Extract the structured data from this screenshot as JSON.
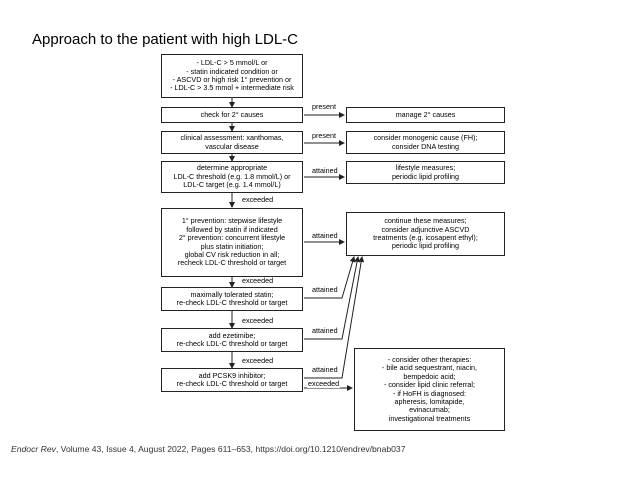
{
  "title": "Approach  to the patient with high  LDL-C",
  "citation": {
    "journal": "Endocr Rev",
    "details": ", Volume 43, Issue 4, August 2022, Pages 611–653,  https://doi.org/10.1210/endrev/bnab037"
  },
  "boxes": {
    "criteria": "- LDL-C > 5 mmol/L or\n- statin indicated condition or\n- ASCVD or high risk 1° prevention or\n- LDL-C > 3.5 mmol + intermediate risk",
    "check_causes": "check for 2° causes",
    "manage_causes": "manage 2° causes",
    "clinical_assessment": "clinical assessment: xanthomas,\nvascular disease",
    "monogenic": "consider monogenic cause (FH);\nconsider DNA testing",
    "threshold": "determine appropriate\nLDL-C threshold (e.g. 1.8 mmol/L) or\nLDL-C target (e.g. 1.4 mmol/L)",
    "lifestyle": "lifestyle measures;\nperiodic lipid profiling",
    "prevention": "1° prevention: stepwise lifestyle\nfollowed by statin if indicated\n2° prevention: concurrent lifestyle\nplus statin initiation;\nglobal CV risk reduction in all;\nrecheck LDL-C threshold or target",
    "continue": "continue these measures;\nconsider adjunctive ASCVD\ntreatments (e.g. icosapent ethyl);\nperiodic lipid profiling",
    "max_statin": "maximally tolerated statin;\nre-check LDL-C threshold or target",
    "ezetimibe": "add ezetimibe;\nre-check LDL-C threshold or target",
    "pcsk9": "add PCSK9 inhibitor;\nre-check LDL-C threshold or target",
    "other_therapies": "- consider other therapies:\n- bile acid sequestrant, niacin,\nbempedoic acid;\n- consider lipid clinic referral;\n- if HoFH is diagnosed:\napheresis, lomitapide,\nevinacumab;\ninvestigational treatments"
  },
  "labels": {
    "present1": "present",
    "present2": "present",
    "attained1": "attained",
    "attained2": "attained",
    "attained3": "attained",
    "attained4": "attained",
    "attained5": "attained",
    "exceeded1": "exceeded",
    "exceeded2": "exceeded",
    "exceeded3": "exceeded",
    "exceeded4": "exceeded",
    "exceeded5": "exceeded"
  }
}
